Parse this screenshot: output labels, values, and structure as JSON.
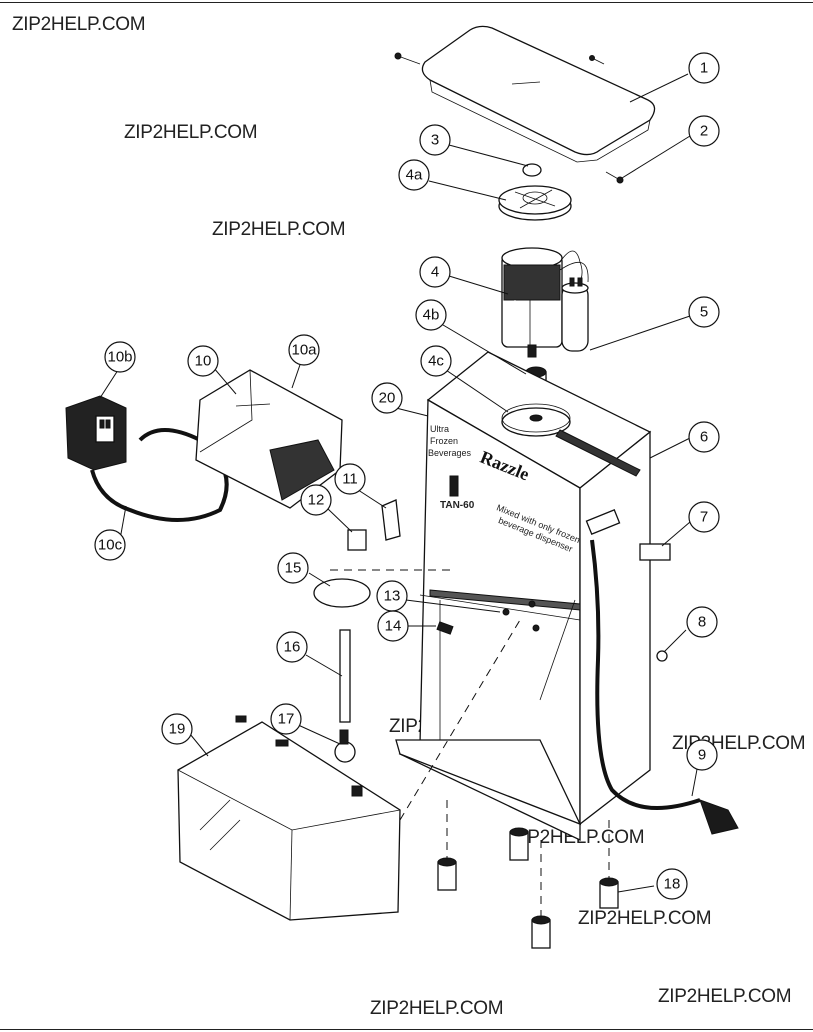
{
  "watermarks": [
    "ZIP2HELP.COM",
    "ZIP2HELP.COM",
    "ZIP2HELP.COM",
    "ZIP2HELP.COM",
    "ZIP2HELP.COM",
    "ZIP2HELP.COM",
    "ZIP2HELP.COM",
    "ZIP2HELP.COM",
    "ZIP2HELP.COM"
  ],
  "callouts": [
    "1",
    "2",
    "3",
    "4a",
    "4",
    "5",
    "4b",
    "4c",
    "6",
    "10b",
    "10",
    "10a",
    "20",
    "11",
    "12",
    "7",
    "10c",
    "15",
    "13",
    "14",
    "8",
    "16",
    "17",
    "19",
    "9",
    "18"
  ],
  "panel_text": {
    "front_line1": "Ultra",
    "front_line2": "Frozen",
    "front_line3": "Beverages",
    "brand": "Razzle",
    "model": "TAN-60",
    "side_line1": "Mixed with only frozen",
    "side_line2": "beverage dispenser"
  }
}
